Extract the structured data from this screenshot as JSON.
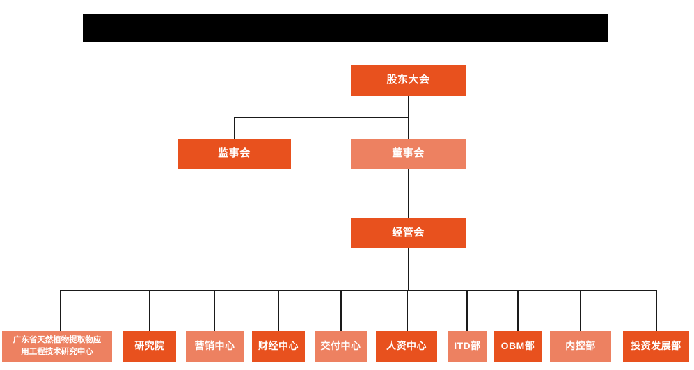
{
  "page": {
    "title": "组织架构图",
    "background_color": "#ffffff"
  },
  "header": {
    "redaction_bar": {
      "label": "",
      "color": "#000000"
    }
  },
  "palette": {
    "primary_dark": "#E8511E",
    "primary_light": "#ED8161",
    "connector": "#1a1a1a",
    "node_text": "#ffffff"
  },
  "chart_data": {
    "type": "diagram",
    "subtype": "org-chart",
    "title": "",
    "nodes": [
      {
        "id": "shareholders",
        "label": "股东大会",
        "level": 0,
        "tone": "dark"
      },
      {
        "id": "supervisors",
        "label": "监事会",
        "level": 1,
        "tone": "dark"
      },
      {
        "id": "directors",
        "label": "董事会",
        "level": 1,
        "tone": "light"
      },
      {
        "id": "management",
        "label": "经管会",
        "level": 2,
        "tone": "dark"
      },
      {
        "id": "rd-center",
        "label": "广东省天然植物提取物应\n用工程技术研究中心",
        "level": 3,
        "tone": "light"
      },
      {
        "id": "institute",
        "label": "研究院",
        "level": 3,
        "tone": "dark"
      },
      {
        "id": "marketing",
        "label": "营销中心",
        "level": 3,
        "tone": "light"
      },
      {
        "id": "finance",
        "label": "财经中心",
        "level": 3,
        "tone": "dark"
      },
      {
        "id": "delivery",
        "label": "交付中心",
        "level": 3,
        "tone": "light"
      },
      {
        "id": "hr",
        "label": "人资中心",
        "level": 3,
        "tone": "dark"
      },
      {
        "id": "itd",
        "label": "ITD部",
        "level": 3,
        "tone": "light"
      },
      {
        "id": "obm",
        "label": "OBM部",
        "level": 3,
        "tone": "dark"
      },
      {
        "id": "internal-ctrl",
        "label": "内控部",
        "level": 3,
        "tone": "light"
      },
      {
        "id": "investment",
        "label": "投资发展部",
        "level": 3,
        "tone": "dark"
      }
    ],
    "edges": [
      {
        "from": "shareholders",
        "to": "supervisors"
      },
      {
        "from": "shareholders",
        "to": "directors"
      },
      {
        "from": "directors",
        "to": "management"
      },
      {
        "from": "management",
        "to": "rd-center"
      },
      {
        "from": "management",
        "to": "institute"
      },
      {
        "from": "management",
        "to": "marketing"
      },
      {
        "from": "management",
        "to": "finance"
      },
      {
        "from": "management",
        "to": "delivery"
      },
      {
        "from": "management",
        "to": "hr"
      },
      {
        "from": "management",
        "to": "itd"
      },
      {
        "from": "management",
        "to": "obm"
      },
      {
        "from": "management",
        "to": "internal-ctrl"
      },
      {
        "from": "management",
        "to": "investment"
      }
    ]
  }
}
